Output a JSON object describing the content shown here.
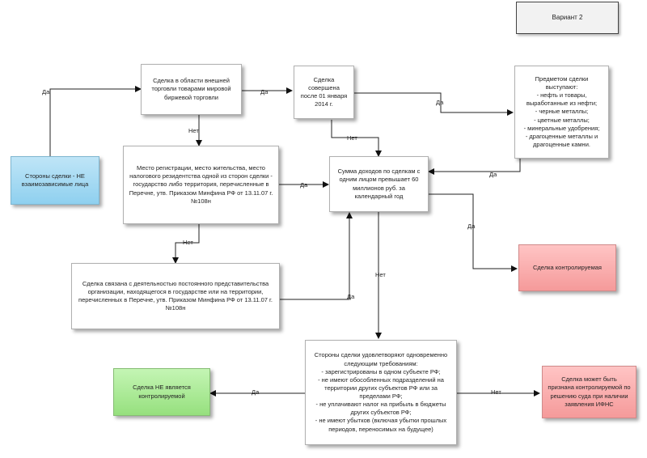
{
  "variant_label": "Вариант 2",
  "boxes": {
    "parties_not_related": "Стороны сделки - НЕ взаимозависимые лица",
    "exchange_trade": "Сделка в области внешней торговли товарами мировой биржевой торговли",
    "after_date": "Сделка совершена после 01 января 2014 г.",
    "subject": "Предметом сделки выступают:\n- нефть и товары, выработанные из нефти;\n- черные металлы;\n- цветные металлы;\n- минеральные удобрения;\n- драгоценные металлы и драгоценные камни.",
    "registration": "Место регистрации, место жительства, место налогового резидентства одной из сторон сделки - государство либо территория, перечисленные в Перечне, утв. Приказом Минфина РФ от 13.11.07 г. №108н",
    "income_sum": "Сумма доходов по сделкам с одним лицом превышает 60 миллионов руб. за календарный год",
    "representative_office": "Сделка связана с деятельностью постоянного представительства организации, находящегося в государстве или на территории, перечисленных в Перечне, утв. Приказом Минфина РФ от 13.11.07 г. №108н",
    "controlled": "Сделка контролируемая",
    "requirements": "Стороны сделки удовлетворяют одновременно следующим требованиям:\n- зарегистрированы в одном субъекте РФ;\n- не имеют обособленных подразделений на территории других субъектов РФ или за пределами РФ;\n- не уплачивают налог на прибыль в бюджеты других субъектов РФ;\n- не имеют убытков (включая убытки прошлых периодов, переносимых на будущее)",
    "not_controlled": "Сделка НЕ является контролируемой",
    "court_decision": "Сделка может быть признана контролируемой по решению суда при наличии заявления ИФНС"
  },
  "labels": {
    "yes": "Да",
    "no": "Нет"
  }
}
